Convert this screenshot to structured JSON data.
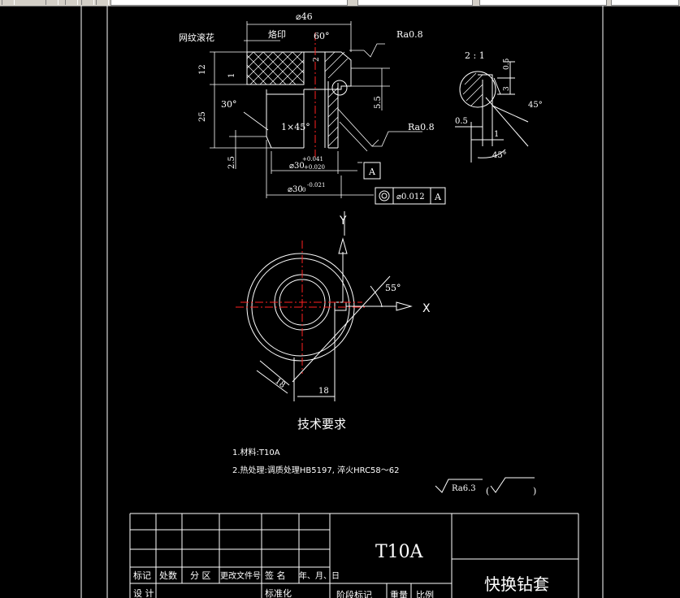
{
  "toolbar": {
    "icons": [
      "arrow-icon",
      "layer-icon",
      "sun-icon",
      "lock-icon",
      "square-icon"
    ]
  },
  "drawing": {
    "dims": {
      "d46": "⌀46",
      "knurl_label": "网纹滚花",
      "stamp": "烙印",
      "angle60": "60°",
      "ra_top": "Ra0.8",
      "ra_mid": "Ra0.8",
      "h12": "12",
      "h1": "1",
      "h2": "2",
      "h25": "25",
      "h25b": "2.5",
      "h55": "5.5",
      "a30": "30°",
      "chamfer": "1×45°",
      "d30_inner": "⌀30",
      "tol_plus": "+0.041",
      "tol_plus2": "+0.020",
      "d30_outer": "⌀30",
      "tol_zero": "0",
      "tol_neg": "-0.021",
      "datum": "A",
      "conc_val": "⌀0.012",
      "conc_ref": "A"
    },
    "detail": {
      "scale": "2 : 1",
      "d05a": "0.5",
      "d3": "3",
      "a45a": "45°",
      "d05b": "0.5",
      "d1": "1",
      "a45b": "45°"
    },
    "plan": {
      "axis_y": "Y",
      "axis_x": "X",
      "angle55": "55°",
      "d18a": "18",
      "d18b": "18"
    },
    "requirements": {
      "heading": "技术要求",
      "item1": "1.材料:T10A",
      "item2": "2.热处理:调质处理HB5197, 淬火HRC58～62",
      "roughness": "Ra6.3",
      "paren_open": "(",
      "paren_close": ")"
    },
    "title_block": {
      "material": "T10A",
      "part_name": "快换钻套",
      "col_mark": "标记",
      "col_count": "处数",
      "col_zone": "分 区",
      "col_doc": "更改文件号",
      "col_sign": "签 名",
      "col_date": "年、月、日",
      "row_design": "设 计",
      "row_std": "标准化",
      "row_stage": "阶段标记",
      "row_weight": "重量",
      "row_scale": "比例"
    }
  }
}
